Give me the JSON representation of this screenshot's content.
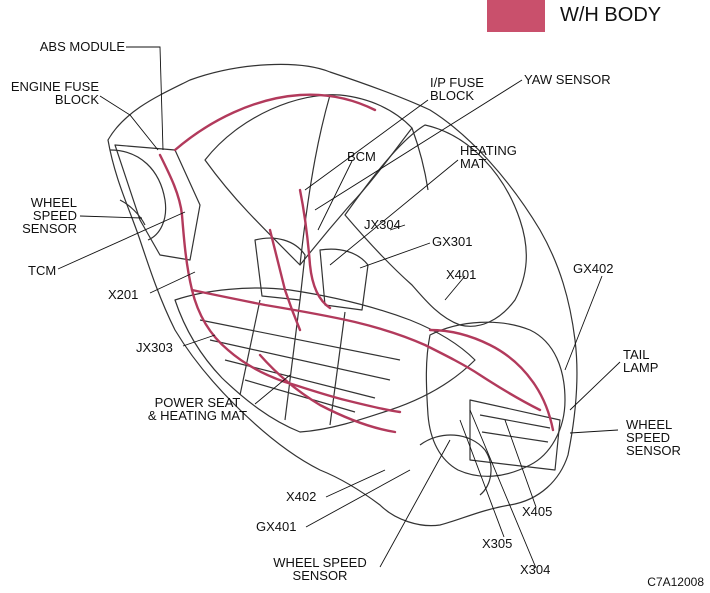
{
  "legend": {
    "label": "W/H BODY",
    "color": "#c9506c"
  },
  "harness_color": "#b23a5c",
  "labels": {
    "abs_module": "ABS MODULE",
    "engine_fuse_block": "ENGINE FUSE\nBLOCK",
    "wheel_speed_sensor_left": "WHEEL\nSPEED\nSENSOR",
    "tcm": "TCM",
    "x201": "X201",
    "jx303": "JX303",
    "power_seat_heating_mat": "POWER SEAT\n& HEATING MAT",
    "ip_fuse_block": "I/P FUSE\nBLOCK",
    "yaw_sensor": "YAW SENSOR",
    "bcm": "BCM",
    "heating_mat": "HEATING\nMAT",
    "jx304": "JX304",
    "gx301": "GX301",
    "x401": "X401",
    "gx402": "GX402",
    "tail_lamp": "TAIL\nLAMP",
    "wheel_speed_sensor_right": "WHEEL\nSPEED\nSENSOR",
    "x402": "X402",
    "gx401": "GX401",
    "wheel_speed_sensor_bottom": "WHEEL SPEED\nSENSOR",
    "x305": "X305",
    "x304": "X304",
    "x405": "X405"
  },
  "figure_code": "C7A12008"
}
